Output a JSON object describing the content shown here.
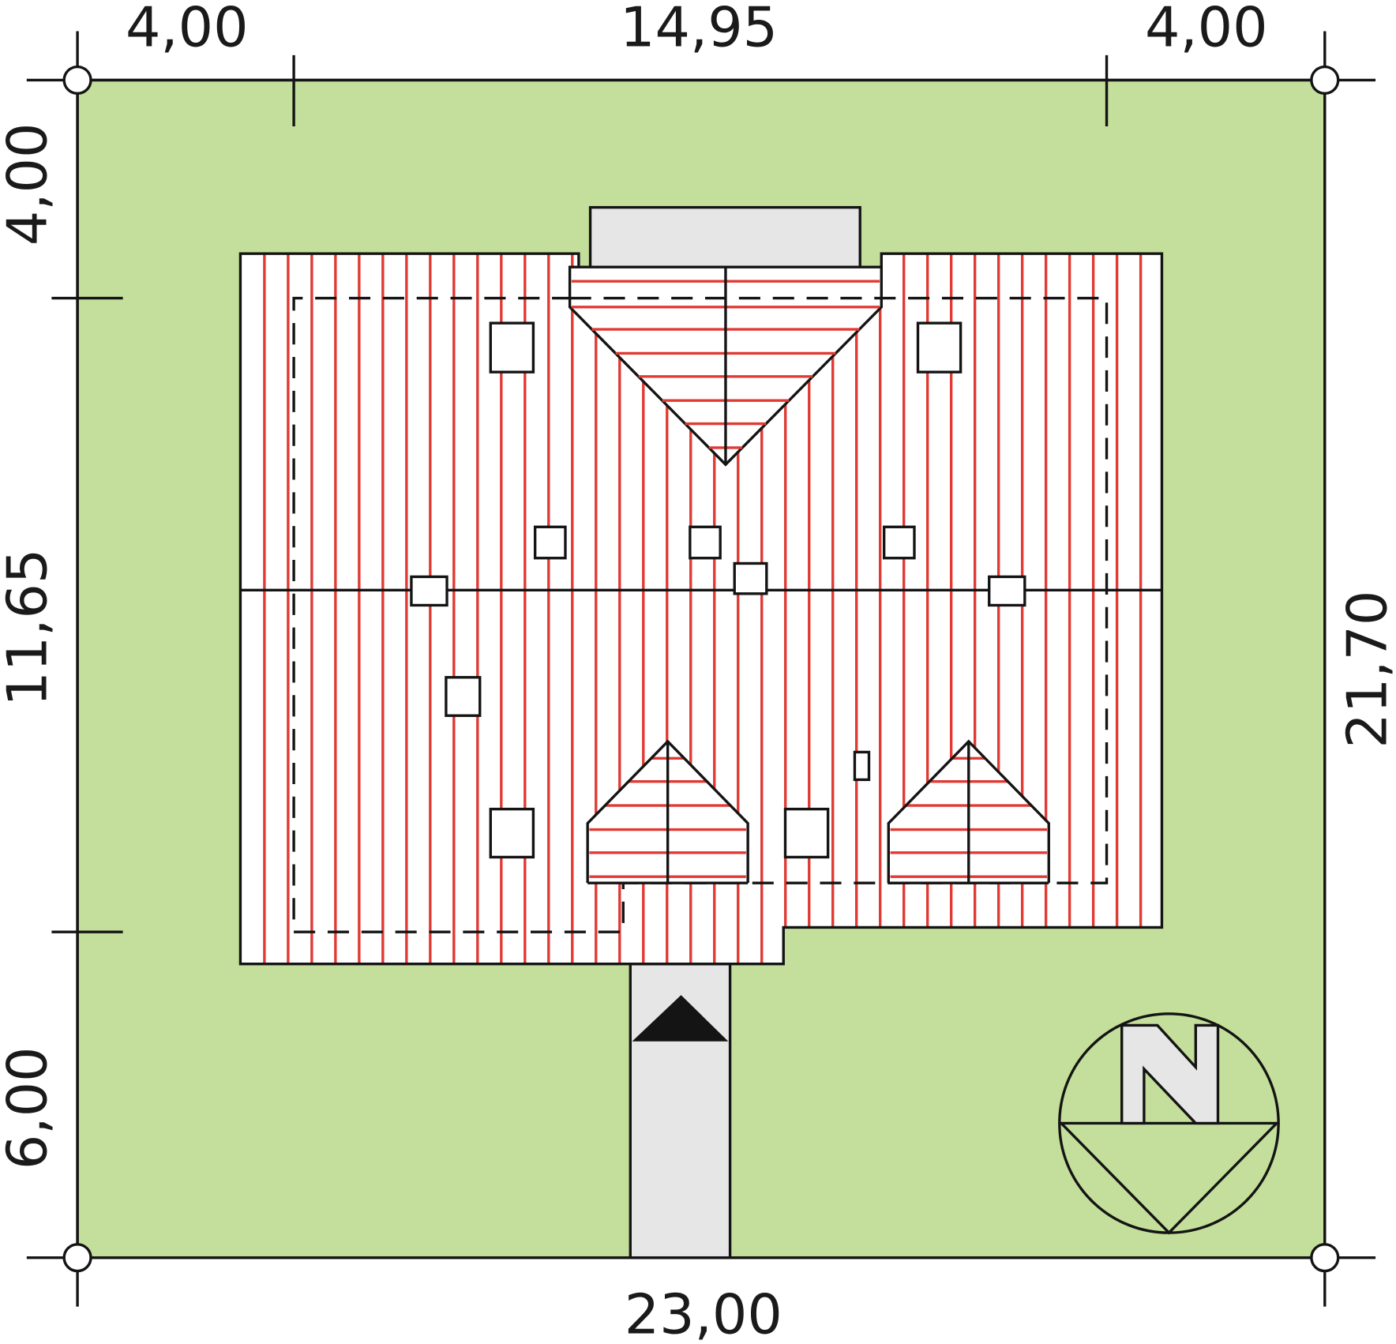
{
  "dimensions": {
    "top_left": "4,00",
    "top_middle": "14,95",
    "top_right": "4,00",
    "bottom": "23,00",
    "left_top": "4,00",
    "left_middle": "11,65",
    "left_bottom": "6,00",
    "right": "21,70"
  },
  "compass": {
    "label": "N"
  },
  "colors": {
    "plot": "#c4df9b",
    "roof_hatch": "#e03a33",
    "paving": "#e6e6e6",
    "line": "#141414"
  }
}
